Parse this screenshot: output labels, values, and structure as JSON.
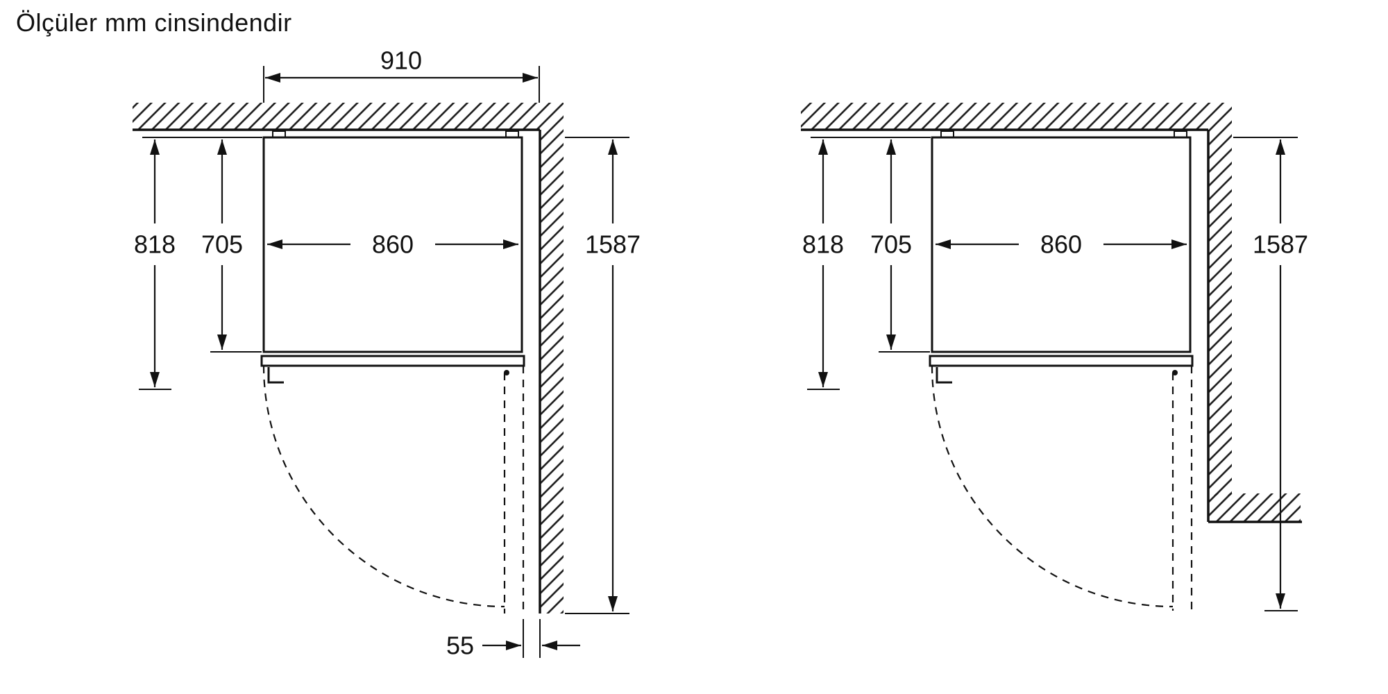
{
  "title": "Ölçüler mm cinsindendir",
  "left": {
    "niche_width": "910",
    "depth_total": "818",
    "depth_body": "705",
    "width": "860",
    "height": "1587",
    "wall_clearance": "55"
  },
  "right": {
    "depth_total": "818",
    "depth_body": "705",
    "width": "860",
    "height": "1587"
  }
}
